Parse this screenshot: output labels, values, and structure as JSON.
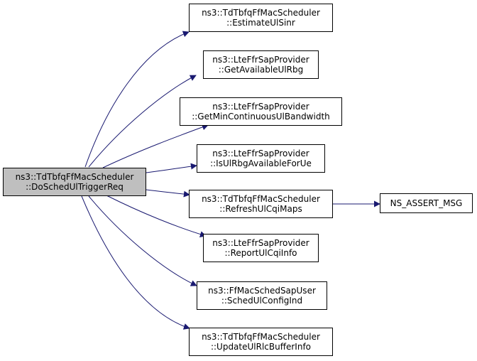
{
  "colors": {
    "edge": "#191970",
    "root_fill": "#bfbfbf",
    "node_fill": "#ffffff",
    "border": "#000000"
  },
  "root": {
    "line1": "ns3::TdTbfqFfMacScheduler",
    "line2": "::DoSchedUlTriggerReq"
  },
  "callees": [
    {
      "line1": "ns3::TdTbfqFfMacScheduler",
      "line2": "::EstimateUlSinr"
    },
    {
      "line1": "ns3::LteFfrSapProvider",
      "line2": "::GetAvailableUlRbg"
    },
    {
      "line1": "ns3::LteFfrSapProvider",
      "line2": "::GetMinContinuousUlBandwidth"
    },
    {
      "line1": "ns3::LteFfrSapProvider",
      "line2": "::IsUlRbgAvailableForUe"
    },
    {
      "line1": "ns3::TdTbfqFfMacScheduler",
      "line2": "::RefreshUlCqiMaps"
    },
    {
      "line1": "ns3::LteFfrSapProvider",
      "line2": "::ReportUlCqiInfo"
    },
    {
      "line1": "ns3::FfMacSchedSapUser",
      "line2": "::SchedUlConfigInd"
    },
    {
      "line1": "ns3::TdTbfqFfMacScheduler",
      "line2": "::UpdateUlRlcBufferInfo"
    }
  ],
  "leaf": {
    "label": "NS_ASSERT_MSG"
  }
}
